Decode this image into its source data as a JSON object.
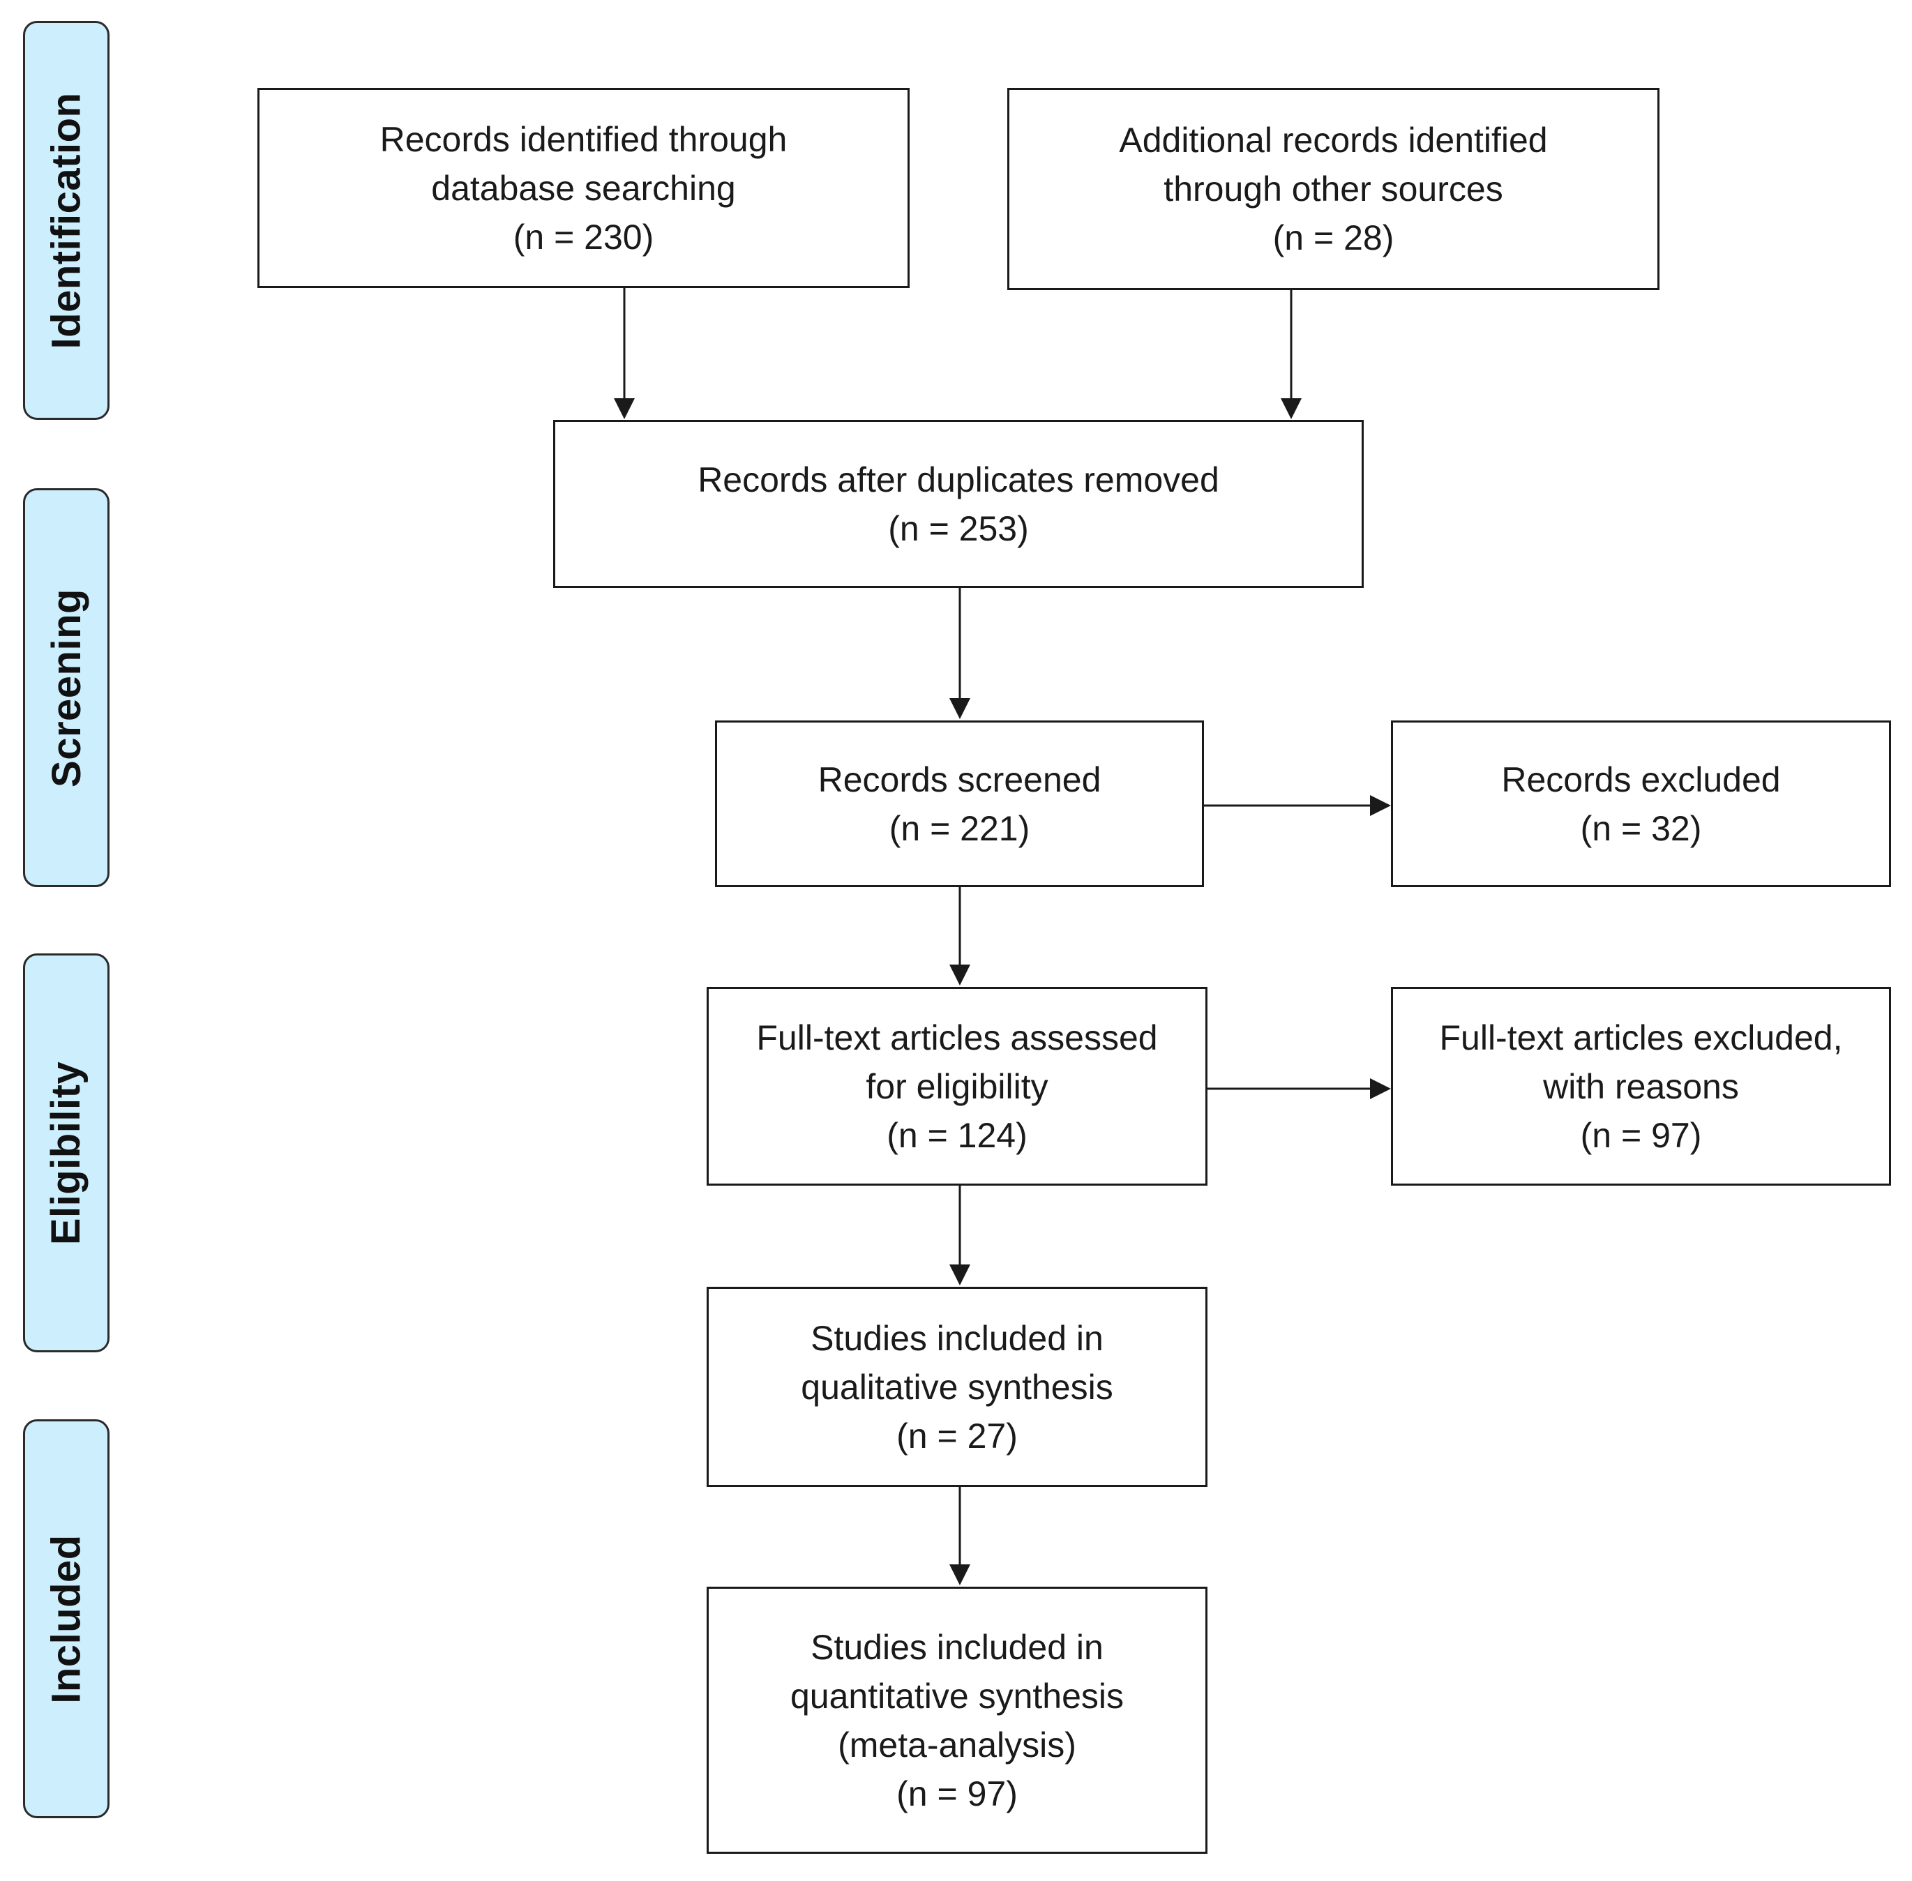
{
  "stages": {
    "identification": "Identification",
    "screening": "Screening",
    "eligibility": "Eligibility",
    "included": "Included"
  },
  "boxes": {
    "database": {
      "line1": "Records identified through",
      "line2": "database searching",
      "count": "(n = 230)"
    },
    "other": {
      "line1": "Additional records identified",
      "line2": "through other sources",
      "count": "(n = 28)"
    },
    "duplicates": {
      "line1": "Records after duplicates removed",
      "count": "(n = 253)"
    },
    "screened": {
      "line1": "Records screened",
      "count": "(n = 221)"
    },
    "excluded": {
      "line1": "Records excluded",
      "count": "(n = 32)"
    },
    "fulltext": {
      "line1": "Full-text articles assessed",
      "line2": "for eligibility",
      "count": "(n = 124)"
    },
    "fulltext_excluded": {
      "line1": "Full-text articles excluded,",
      "line2": "with reasons",
      "count": "(n = 97)"
    },
    "qualitative": {
      "line1": "Studies included in",
      "line2": "qualitative synthesis",
      "count": "(n = 27)"
    },
    "quantitative": {
      "line1": "Studies included in",
      "line2": "quantitative synthesis",
      "line3": "(meta-analysis)",
      "count": "(n = 97)"
    }
  }
}
